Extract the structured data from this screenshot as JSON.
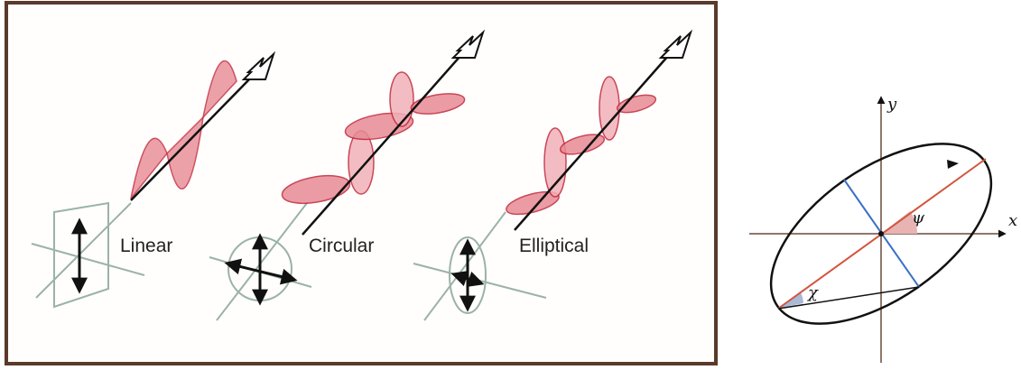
{
  "left_panel": {
    "labels": {
      "linear": "Linear",
      "circular": "Circular",
      "elliptical": "Elliptical"
    },
    "colors": {
      "frame": "#5a3a2a",
      "wave_fill": "#e88a95",
      "wave_stroke": "#c0283c",
      "axis": "#111111",
      "guide": "#9bb3a6"
    }
  },
  "ellipse_diagram": {
    "labels": {
      "x_axis": "x",
      "y_axis": "y",
      "orientation_angle": "ψ",
      "ellipticity_angle": "χ"
    },
    "colors": {
      "axis": "#6b4a3a",
      "major_axis": "#d2563c",
      "minor_axis": "#3a6fc4",
      "ellipse": "#111111",
      "angle_fill": "#e7b3b3",
      "chi_fill": "#a9b9d6"
    }
  }
}
